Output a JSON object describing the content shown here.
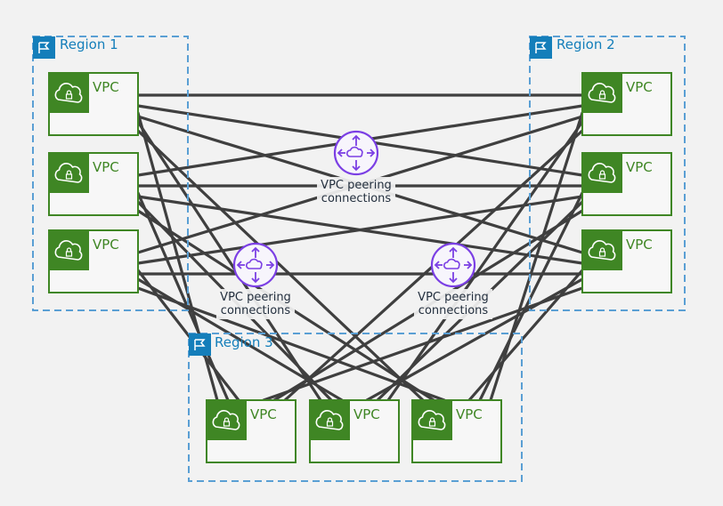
{
  "regions": [
    {
      "id": "r1",
      "label": "Region 1"
    },
    {
      "id": "r2",
      "label": "Region 2"
    },
    {
      "id": "r3",
      "label": "Region 3"
    }
  ],
  "vpcs": [
    {
      "id": "a1",
      "region": "r1",
      "label": "VPC"
    },
    {
      "id": "a2",
      "region": "r1",
      "label": "VPC"
    },
    {
      "id": "a3",
      "region": "r1",
      "label": "VPC"
    },
    {
      "id": "b1",
      "region": "r2",
      "label": "VPC"
    },
    {
      "id": "b2",
      "region": "r2",
      "label": "VPC"
    },
    {
      "id": "b3",
      "region": "r2",
      "label": "VPC"
    },
    {
      "id": "c1",
      "region": "r3",
      "label": "VPC"
    },
    {
      "id": "c2",
      "region": "r3",
      "label": "VPC"
    },
    {
      "id": "c3",
      "region": "r3",
      "label": "VPC"
    }
  ],
  "peering_hubs": [
    {
      "id": "h12",
      "label_line1": "VPC peering",
      "label_line2": "connections"
    },
    {
      "id": "h13",
      "label_line1": "VPC peering",
      "label_line2": "connections"
    },
    {
      "id": "h23",
      "label_line1": "VPC peering",
      "label_line2": "connections"
    }
  ],
  "connections": [
    [
      "a1",
      "b1"
    ],
    [
      "a1",
      "b2"
    ],
    [
      "a1",
      "b3"
    ],
    [
      "a2",
      "b1"
    ],
    [
      "a2",
      "b2"
    ],
    [
      "a2",
      "b3"
    ],
    [
      "a3",
      "b1"
    ],
    [
      "a3",
      "b2"
    ],
    [
      "a3",
      "b3"
    ],
    [
      "a1",
      "c1"
    ],
    [
      "a1",
      "c2"
    ],
    [
      "a1",
      "c3"
    ],
    [
      "a2",
      "c1"
    ],
    [
      "a2",
      "c2"
    ],
    [
      "a2",
      "c3"
    ],
    [
      "a3",
      "c1"
    ],
    [
      "a3",
      "c2"
    ],
    [
      "a3",
      "c3"
    ],
    [
      "b1",
      "c1"
    ],
    [
      "b1",
      "c2"
    ],
    [
      "b1",
      "c3"
    ],
    [
      "b2",
      "c1"
    ],
    [
      "b2",
      "c2"
    ],
    [
      "b2",
      "c3"
    ],
    [
      "b3",
      "c1"
    ],
    [
      "b3",
      "c2"
    ],
    [
      "b3",
      "c3"
    ]
  ],
  "colors": {
    "background": "#f2f2f2",
    "region_border": "#5a9fd4",
    "region_badge": "#147eba",
    "region_text": "#147eba",
    "vpc_border": "#3f8624",
    "vpc_icon_bg": "#3f8624",
    "vpc_text": "#3f8624",
    "line": "#3f3f3f",
    "hub": "#7b3fe4",
    "hub_text": "#232f3e"
  }
}
